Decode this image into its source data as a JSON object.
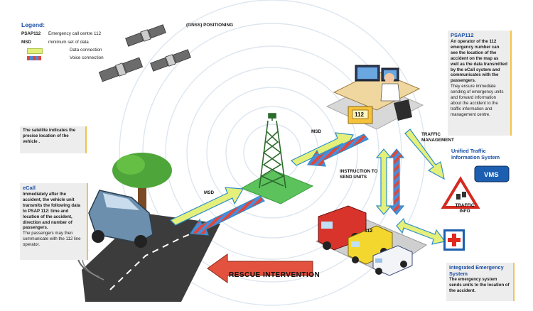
{
  "legend": {
    "title": "Legend:",
    "rows": [
      {
        "key": "PSAP112",
        "desc": "Emergency call centre 112"
      },
      {
        "key": "MSD",
        "desc": "minimum set of data"
      },
      {
        "key": "",
        "desc": "Data connection"
      },
      {
        "key": "",
        "desc": "Voice connection"
      }
    ],
    "colors": {
      "data": "#e4f07a",
      "voice_red": "#e0473c",
      "voice_blue": "#4a8ddc"
    }
  },
  "gnss_label": "(GNSS) POSITIONING",
  "satellite_note": "The satellite indicates the precise location of the vehicle .",
  "ecall": {
    "title": "eCall",
    "bold_text": "Immediately after the accident, the vehicle unit transmits the following data to PSAP 112: time and location of the accident, direction and number of passengers.",
    "text": "The passengers may then communicate with the 112 line operator."
  },
  "psap": {
    "title": "PSAP112",
    "bold_text": "An operator of the 112 emergency number can see the location of the accident on the map as well as the data transmitted by the eCall system and communicates with the passengers.",
    "text": "They ensure immediate sending of emergency units and forward information about the accident to the traffic information and management centre."
  },
  "utis_title": "Unified Traffic Information System",
  "vms_label": "VMS",
  "traffic_info_label": "TRAFFIC INFO",
  "traffic_mgmt_label": "TRAFFIC MANAGEMENT",
  "msd_label_1": "MSD",
  "msd_label_2": "MSD",
  "instruction_label": "INSTRUCTION TO SEND UNITS",
  "ies": {
    "title": "Integrated Emergency System",
    "text": "The emergency system sends units to the location of the accident."
  },
  "rescue_label": "RESCUE INTERVENTION",
  "psap_desk_number": "112",
  "ambulance_number": "112",
  "colors": {
    "accent_blue": "#1a4fa3",
    "box_grey": "#ededed",
    "rescue_arrow": "#e2523e",
    "vms_blue": "#1c5fb0"
  }
}
